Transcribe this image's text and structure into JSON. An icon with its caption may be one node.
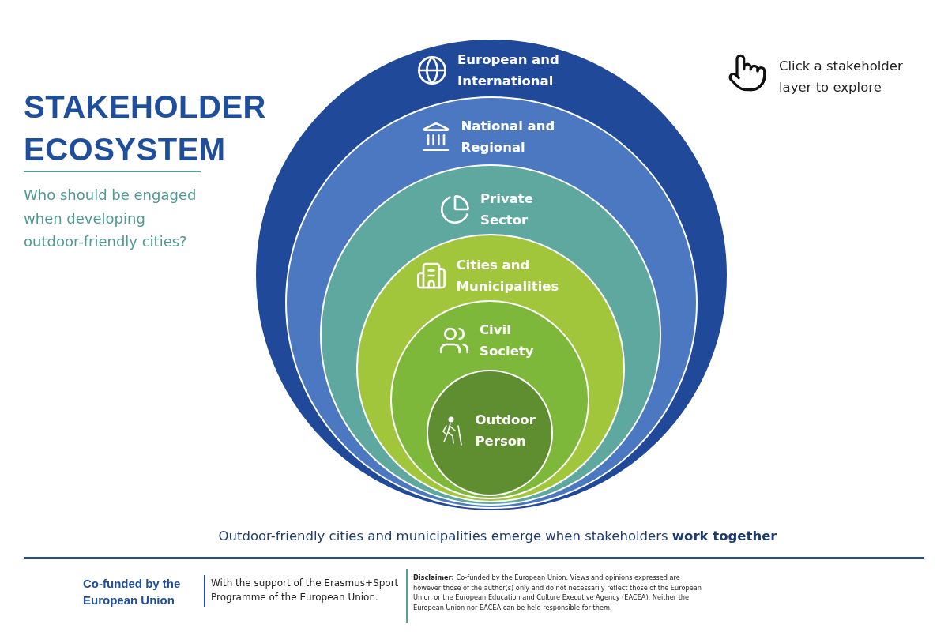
{
  "diagram": {
    "title": "STAKEHOLDER ECOSYSTEM",
    "caption": "Outdoor-friendly cities and municipalities emerge when stakeholders **work together**",
    "nodes": [
      {
        "text": [
          "European and International"
        ]
      },
      {
        "text": [
          "National and Regional"
        ],
        "in": 0
      },
      {
        "text": [
          "Private Sector"
        ],
        "in": 1
      },
      {
        "text": [
          "Cities and Municipalities"
        ],
        "in": 2
      },
      {
        "text": [
          "Civil Society"
        ],
        "in": 3
      },
      {
        "text": [
          "Outdoor Person"
        ],
        "in": 4
      }
    ],
    "labels": [
      "Who should be engaged when developing outdoor-friendly cities?",
      "Click a stakeholder layer to explore",
      "Co-funded by the European Union",
      "With the support of the Erasmus+Sport Programme of the European Union.",
      "**Disclaimer:** Co-funded by the European Union. Views and opinions expressed are however those of the author(s) only and do not necessarily reflect those of the European Union or the European Education and Culture Executive Agency (EACEA). Neither the European Union nor EACEA can be held responsible for them."
    ]
  }
}
